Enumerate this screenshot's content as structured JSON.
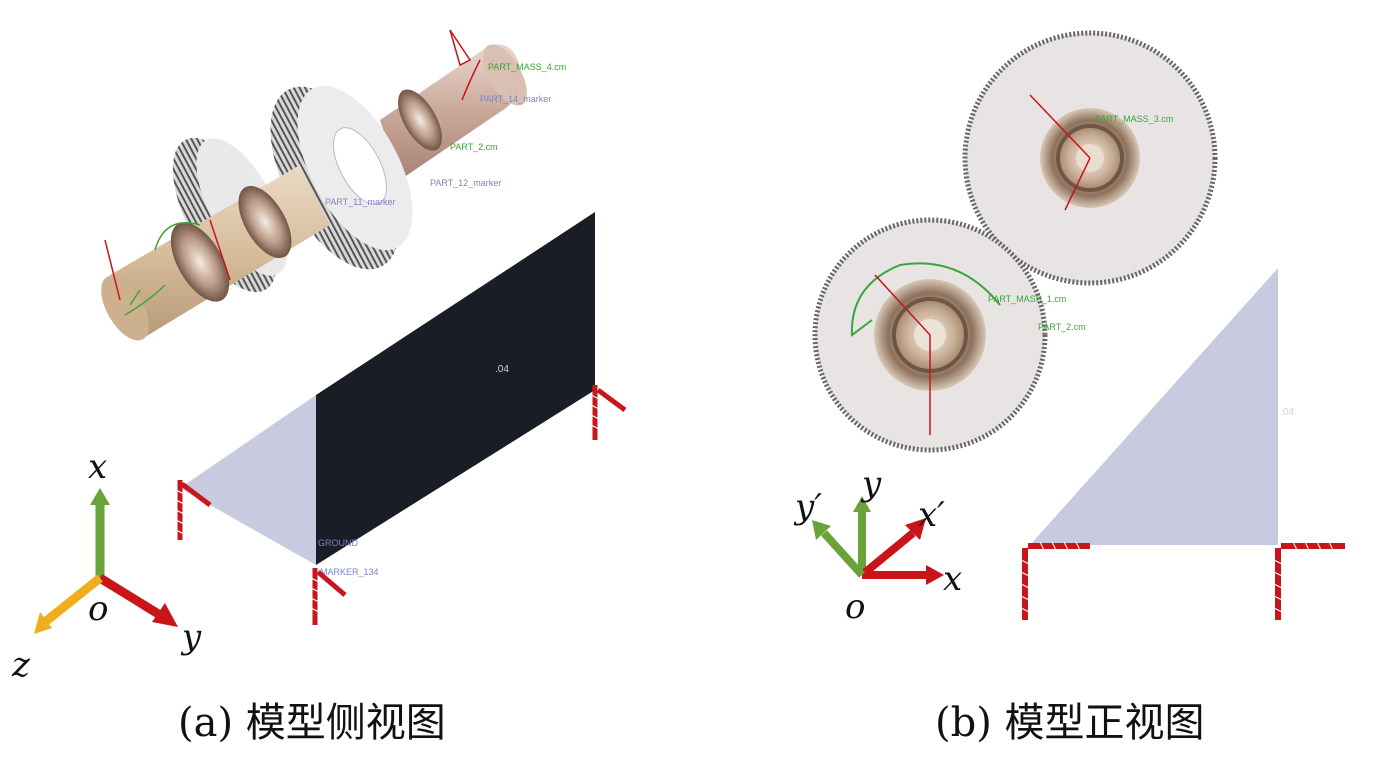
{
  "panel_a": {
    "caption": "(a) 模型侧视图",
    "axes": {
      "x": "x",
      "y": "y",
      "z": "z",
      "origin": "o"
    },
    "labels": {
      "mass4": "PART_MASS_4.cm",
      "marker_top": "PART_14_marker",
      "mass2": "PART_2.cm",
      "marker_mid": "PART_12_marker",
      "marker_shaft": "PART_11_marker",
      "plate": ".04",
      "ground": "GROUND",
      "ground_marker": "MARKER_134"
    }
  },
  "panel_b": {
    "caption": "(b) 模型正视图",
    "axes": {
      "x": "x",
      "y": "y",
      "xp": "x′",
      "yp": "y′",
      "origin": "o"
    },
    "labels": {
      "mass_top": "PART_MASS_3.cm",
      "mass_bottom": "PART_MASS_1.cm",
      "mass_bottom2": "PART_2.cm",
      "plate": ".04"
    }
  },
  "colors": {
    "gear": "#eeeaea",
    "gear_teeth": "#6b6b6b",
    "shaft": "#d9c2a8",
    "plate_dark": "#1a1d26",
    "plate_light": "#c7c9de",
    "spring": "#c8161d",
    "axis_x_green": "#6aa339",
    "axis_y_red": "#c9141a",
    "axis_z_yellow": "#f0ad1c"
  }
}
